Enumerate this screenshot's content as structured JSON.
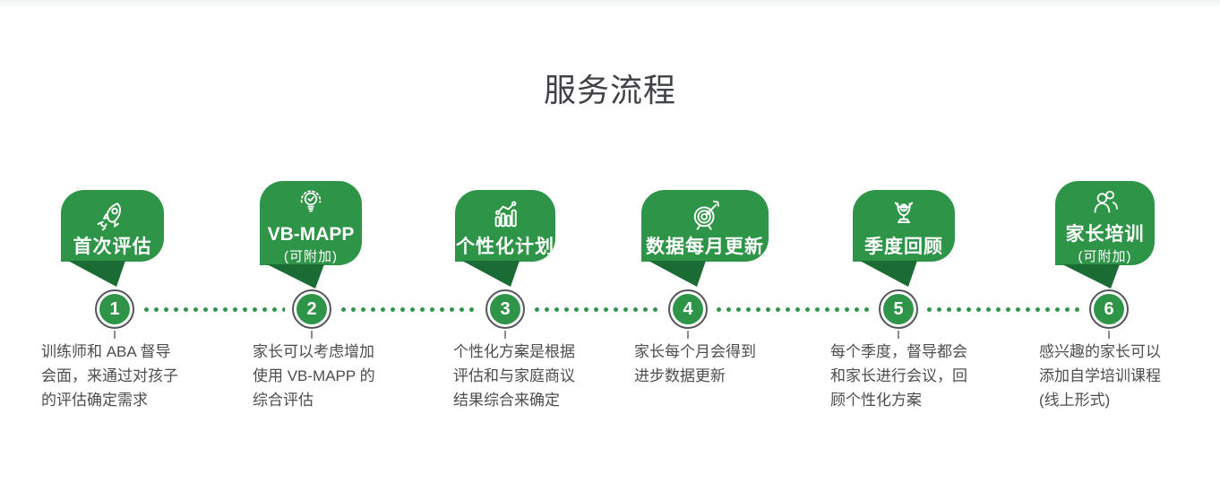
{
  "title": "服务流程",
  "colors": {
    "primary_green": "#2E9447",
    "dark_green": "#1A6B34",
    "ring_gray": "#54555A",
    "title_gray": "#3F4347",
    "description_gray": "#4D4D4E"
  },
  "steps": [
    {
      "number": "1",
      "icon": "rocket-icon",
      "label": "首次评估",
      "description_lines": [
        "训练师和 ABA 督导",
        "会面，来通过对孩子",
        "的评估确定需求"
      ]
    },
    {
      "number": "2",
      "icon": "lightbulb-check-icon",
      "label": "VB-MAPP",
      "sublabel": "(可附加)",
      "description_lines": [
        "家长可以考虑增加",
        "使用 VB-MAPP 的",
        "综合评估"
      ]
    },
    {
      "number": "3",
      "icon": "bar-chart-icon",
      "label": "个性化计划",
      "description_lines": [
        "个性化方案是根据",
        "评估和与家庭商议",
        "结果综合来确定"
      ]
    },
    {
      "number": "4",
      "icon": "target-dart-icon",
      "label": "数据每月更新",
      "description_lines": [
        "家长每个月会得到",
        "进步数据更新"
      ]
    },
    {
      "number": "5",
      "icon": "trophy-icon",
      "icon_number": "1",
      "label": "季度回顾",
      "description_lines": [
        "每个季度，督导都会",
        "和家长进行会议，回",
        "顾个性化方案"
      ]
    },
    {
      "number": "6",
      "icon": "parents-group-icon",
      "label": "家长培训",
      "sublabel": "(可附加)",
      "description_lines": [
        "感兴趣的家长可以",
        "添加自学培训课程",
        "(线上形式)"
      ]
    }
  ]
}
